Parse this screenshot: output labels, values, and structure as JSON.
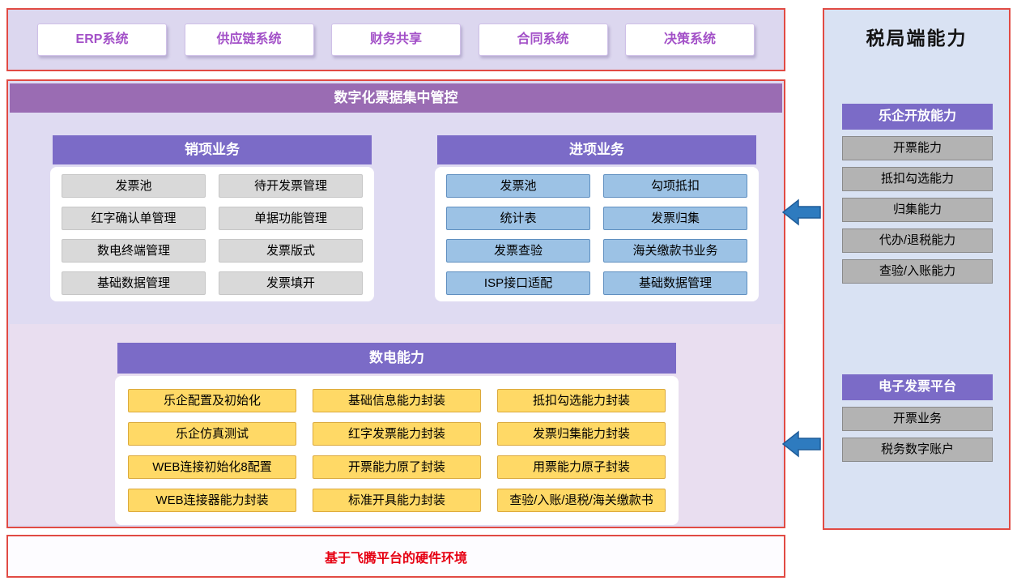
{
  "top_systems": {
    "items": [
      "ERP系统",
      "供应链系统",
      "财务共享",
      "合同系统",
      "决策系统"
    ]
  },
  "main": {
    "header": "数字化票据集中管控",
    "sales_panel": {
      "title": "销项业务",
      "items": [
        "发票池",
        "待开发票管理",
        "红字确认单管理",
        "单据功能管理",
        "数电终端管理",
        "发票版式",
        "基础数据管理",
        "发票填开"
      ]
    },
    "input_panel": {
      "title": "进项业务",
      "items": [
        "发票池",
        "勾项抵扣",
        "统计表",
        "发票归集",
        "发票查验",
        "海关缴款书业务",
        "ISP接口适配",
        "基础数据管理"
      ]
    },
    "digital_panel": {
      "title": "数电能力",
      "items": [
        "乐企配置及初始化",
        "基础信息能力封装",
        "抵扣勾选能力封装",
        "乐企仿真测试",
        "红字发票能力封装",
        "发票归集能力封装",
        "WEB连接初始化8配置",
        "开票能力原了封装",
        "用票能力原子封装",
        "WEB连接器能力封装",
        "标准开具能力封装",
        "查验/入账/退税/海关缴款书"
      ]
    }
  },
  "right_panel": {
    "title": "税局端能力",
    "leqi": {
      "header": "乐企开放能力",
      "items": [
        "开票能力",
        "抵扣勾选能力",
        "归集能力",
        "代办/退税能力",
        "查验/入账能力"
      ]
    },
    "einvoice": {
      "header": "电子发票平台",
      "items": [
        "开票业务",
        "税务数字账户"
      ]
    }
  },
  "bottom_bar": {
    "label": "基于飞腾平台的硬件环境"
  },
  "colors": {
    "border_red": "#e14b44",
    "panel_header_purple": "#7b6bc7",
    "main_header_mauve": "#9a6cb3",
    "item_gray": "#d9d9d9",
    "item_blue": "#9cc2e5",
    "item_yellow": "#ffd966",
    "right_bg_blue": "#d9e2f3",
    "arrow_blue": "#2e7bbf",
    "bottom_text_red": "#e60012"
  }
}
